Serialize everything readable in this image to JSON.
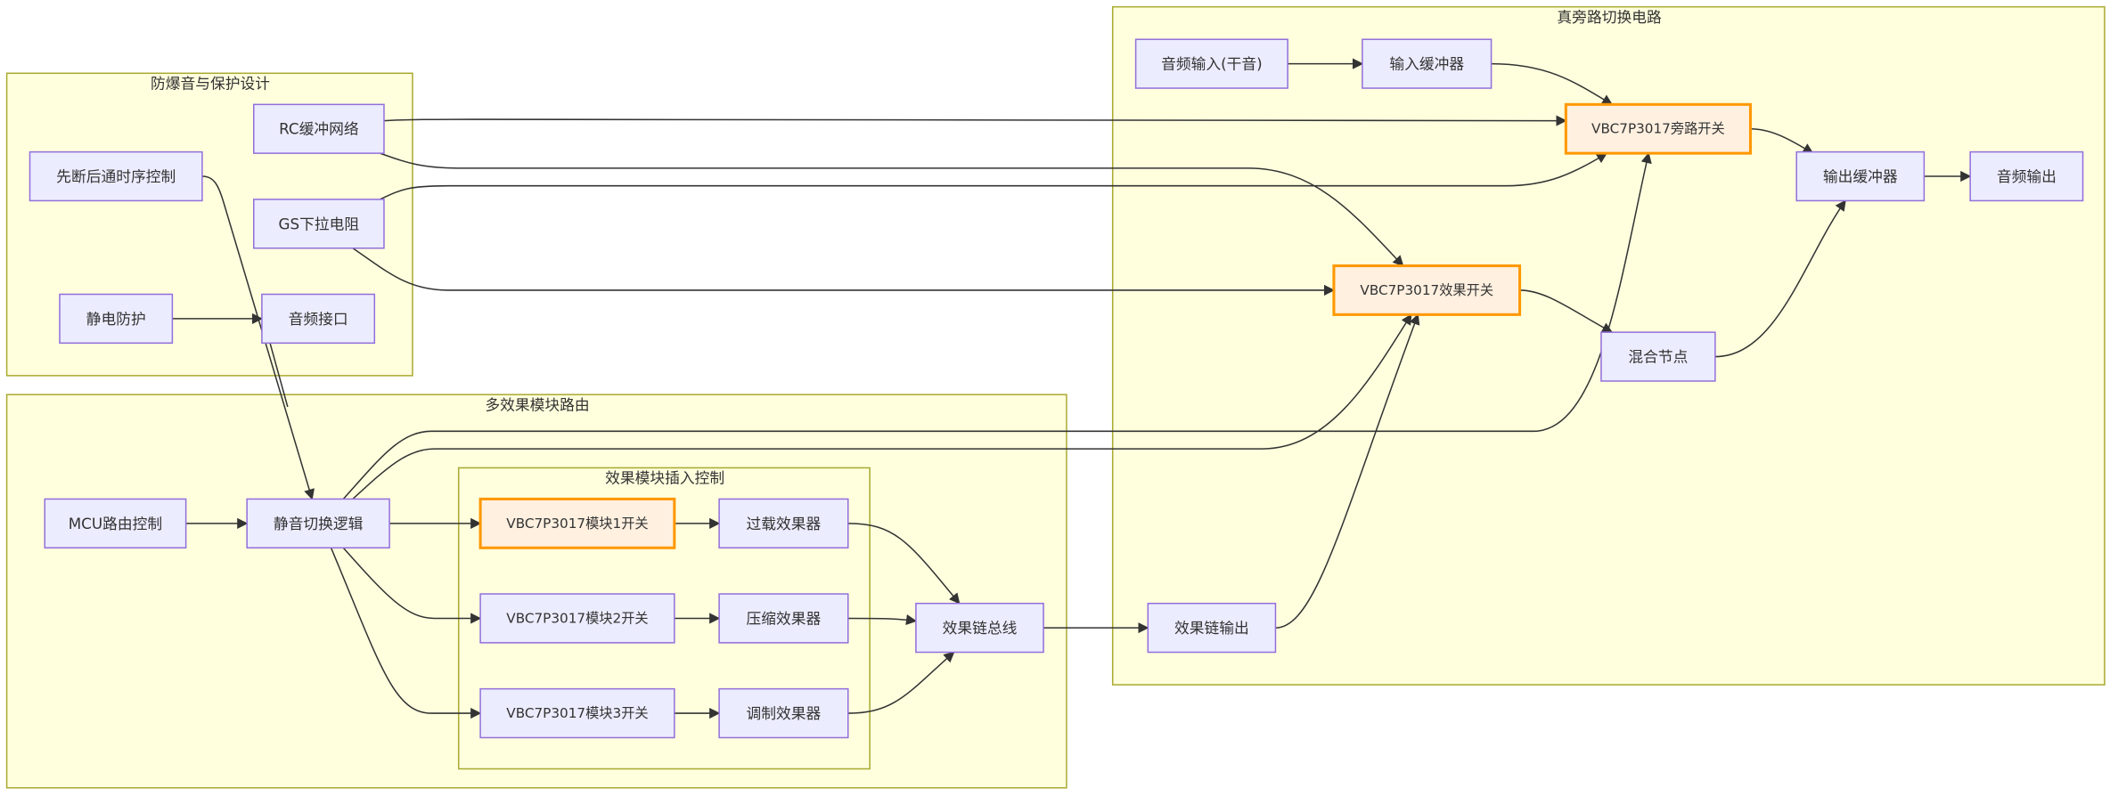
{
  "clusters": {
    "protection": {
      "title": "防爆音与保护设计"
    },
    "routing": {
      "title": "多效果模块路由"
    },
    "insert": {
      "title": "效果模块插入控制"
    },
    "bypass": {
      "title": "真旁路切换电路"
    }
  },
  "nodes": {
    "timing": {
      "label": "先断后通时序控制"
    },
    "rc": {
      "label": "RC缓冲网络"
    },
    "gs": {
      "label": "GS下拉电阻"
    },
    "esd": {
      "label": "静电防护"
    },
    "jack": {
      "label": "音频接口"
    },
    "mcu": {
      "label": "MCU路由控制"
    },
    "mute": {
      "label": "静音切换逻辑"
    },
    "sw1": {
      "label": "VBC7P3017模块1开关",
      "highlighted": true
    },
    "sw2": {
      "label": "VBC7P3017模块2开关"
    },
    "sw3": {
      "label": "VBC7P3017模块3开关"
    },
    "od": {
      "label": "过载效果器"
    },
    "comp": {
      "label": "压缩效果器"
    },
    "mod": {
      "label": "调制效果器"
    },
    "bus": {
      "label": "效果链总线"
    },
    "dry": {
      "label": "音频输入(干音)"
    },
    "inbuf": {
      "label": "输入缓冲器"
    },
    "bypass_sw": {
      "label": "VBC7P3017旁路开关",
      "highlighted": true
    },
    "fx_sw": {
      "label": "VBC7P3017效果开关",
      "highlighted": true
    },
    "outbuf": {
      "label": "输出缓冲器"
    },
    "out": {
      "label": "音频输出"
    },
    "mix": {
      "label": "混合节点"
    },
    "fxout": {
      "label": "效果链输出"
    }
  },
  "edges": [
    {
      "from": "esd",
      "to": "jack"
    },
    {
      "from": "timing",
      "to": "mute"
    },
    {
      "from": "jack",
      "to": "mute"
    },
    {
      "from": "rc",
      "to": "bypass_sw"
    },
    {
      "from": "rc",
      "to": "fx_sw"
    },
    {
      "from": "gs",
      "to": "bypass_sw"
    },
    {
      "from": "gs",
      "to": "fx_sw"
    },
    {
      "from": "mcu",
      "to": "mute"
    },
    {
      "from": "mute",
      "to": "sw1"
    },
    {
      "from": "mute",
      "to": "sw2"
    },
    {
      "from": "mute",
      "to": "sw3"
    },
    {
      "from": "mute",
      "to": "fx_sw"
    },
    {
      "from": "mute",
      "to": "bypass_sw"
    },
    {
      "from": "sw1",
      "to": "od"
    },
    {
      "from": "sw2",
      "to": "comp"
    },
    {
      "from": "sw3",
      "to": "mod"
    },
    {
      "from": "od",
      "to": "bus"
    },
    {
      "from": "comp",
      "to": "bus"
    },
    {
      "from": "mod",
      "to": "bus"
    },
    {
      "from": "bus",
      "to": "fxout"
    },
    {
      "from": "fxout",
      "to": "fx_sw"
    },
    {
      "from": "dry",
      "to": "inbuf"
    },
    {
      "from": "inbuf",
      "to": "bypass_sw"
    },
    {
      "from": "bypass_sw",
      "to": "outbuf"
    },
    {
      "from": "fx_sw",
      "to": "mix"
    },
    {
      "from": "mix",
      "to": "outbuf"
    },
    {
      "from": "outbuf",
      "to": "out"
    }
  ],
  "colors": {
    "cluster_fill": "#ffffde",
    "cluster_stroke": "#aaaa33",
    "node_fill": "#ececff",
    "node_stroke": "#9370db",
    "highlight_fill": "#fff0e0",
    "highlight_stroke": "#ff9800",
    "edge": "#333333"
  }
}
